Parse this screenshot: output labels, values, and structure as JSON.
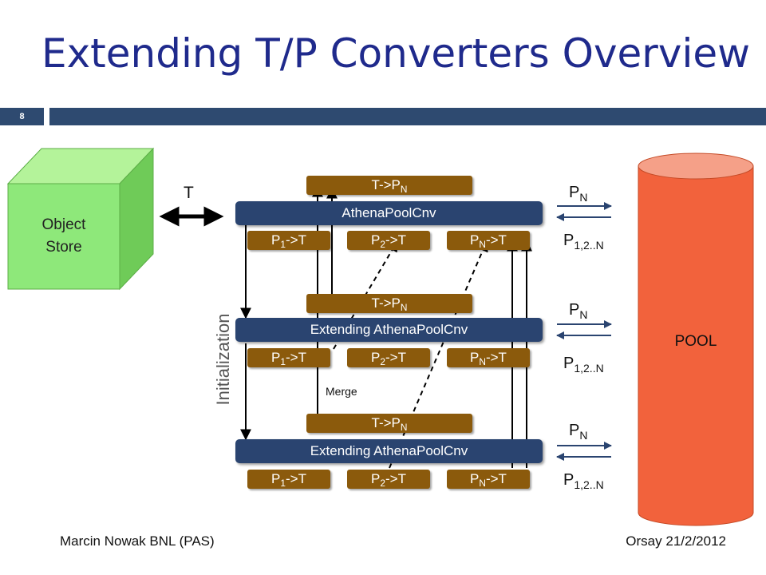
{
  "slide": {
    "title": "Extending T/P Converters Overview",
    "page_number": "8",
    "footer_left": "Marcin Nowak BNL (PAS)",
    "footer_right": "Orsay 21/2/2012"
  },
  "diagram": {
    "object_store": {
      "line1": "Object",
      "line2": "Store"
    },
    "t_label": "T",
    "pool_label": "POOL",
    "initialization_label": "Initialization",
    "merge_label": "Merge",
    "tiers": [
      {
        "t_to_p": {
          "main": "T->P",
          "sub": "N"
        },
        "converter": "AthenaPoolCnv",
        "p_boxes": [
          {
            "pre": "P",
            "sub": "1",
            "post": "->T"
          },
          {
            "pre": "P",
            "sub": "2",
            "post": "->T"
          },
          {
            "pre": "P",
            "sub": "N",
            "post": "->T"
          }
        ],
        "pn": {
          "main": "P",
          "sub": "N"
        },
        "p12n": {
          "main": "P",
          "sub": "1,2..N"
        }
      },
      {
        "t_to_p": {
          "main": "T->P",
          "sub": "N"
        },
        "converter": "Extending AthenaPoolCnv",
        "p_boxes": [
          {
            "pre": "P",
            "sub": "1",
            "post": "->T"
          },
          {
            "pre": "P",
            "sub": "2",
            "post": "->T"
          },
          {
            "pre": "P",
            "sub": "N",
            "post": "->T"
          }
        ],
        "pn": {
          "main": "P",
          "sub": "N"
        },
        "p12n": {
          "main": "P",
          "sub": "1,2..N"
        }
      },
      {
        "t_to_p": {
          "main": "T->P",
          "sub": "N"
        },
        "converter": "Extending AthenaPoolCnv",
        "p_boxes": [
          {
            "pre": "P",
            "sub": "1",
            "post": "->T"
          },
          {
            "pre": "P",
            "sub": "2",
            "post": "->T"
          },
          {
            "pre": "P",
            "sub": "N",
            "post": "->T"
          }
        ],
        "pn": {
          "main": "P",
          "sub": "N"
        },
        "p12n": {
          "main": "P",
          "sub": "1,2..N"
        }
      }
    ],
    "colors": {
      "title": "#1f2a8c",
      "header_bar": "#2e4a70",
      "converter_box": "#2a4470",
      "t_to_p_box": "#8b5a0c",
      "object_store": "#8ee87a",
      "pool": "#f2623c"
    }
  }
}
